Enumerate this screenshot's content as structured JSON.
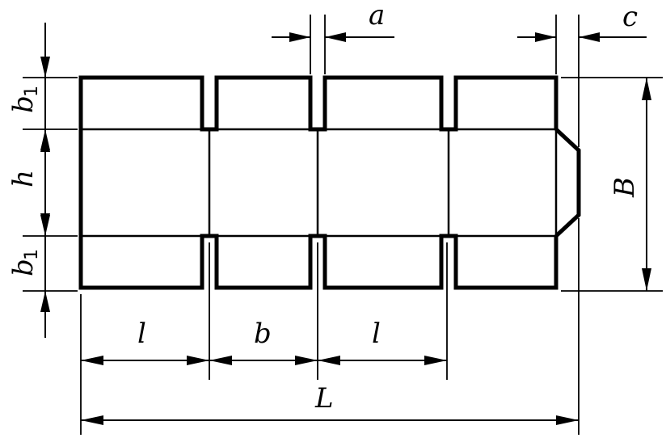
{
  "diagram": {
    "labels": {
      "a": "a",
      "c": "c",
      "b1_top": "b",
      "b1_top_sub": "1",
      "h": "h",
      "b1_bottom": "b",
      "b1_bottom_sub": "1",
      "B": "B",
      "l_left": "l",
      "b": "b",
      "l_right": "l",
      "L": "L"
    }
  }
}
